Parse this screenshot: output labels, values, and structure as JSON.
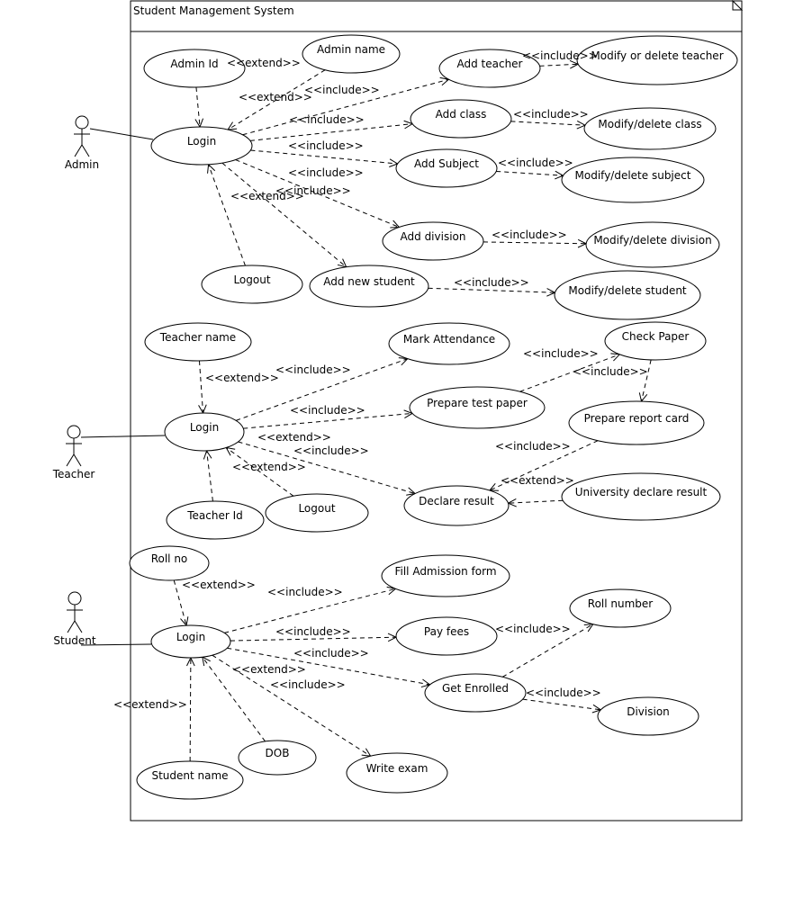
{
  "system": {
    "title": "Student Management System"
  },
  "actors": [
    {
      "id": "admin",
      "label": "Admin"
    },
    {
      "id": "teacher",
      "label": "Teacher"
    },
    {
      "id": "student",
      "label": "Student"
    }
  ],
  "use_cases": [
    {
      "id": "admin_id",
      "label": "Admin Id"
    },
    {
      "id": "admin_name",
      "label": "Admin name"
    },
    {
      "id": "login_a",
      "label": "Login"
    },
    {
      "id": "add_teacher",
      "label": "Add teacher"
    },
    {
      "id": "mod_teacher",
      "label": "Modify or delete teacher"
    },
    {
      "id": "add_class",
      "label": "Add class"
    },
    {
      "id": "mod_class",
      "label": "Modify/delete class"
    },
    {
      "id": "add_subject",
      "label": "Add Subject"
    },
    {
      "id": "mod_subject",
      "label": "Modify/delete subject"
    },
    {
      "id": "add_division",
      "label": "Add division"
    },
    {
      "id": "mod_division",
      "label": "Modify/delete division"
    },
    {
      "id": "logout_a",
      "label": "Logout"
    },
    {
      "id": "add_student",
      "label": "Add new student"
    },
    {
      "id": "mod_student",
      "label": "Modify/delete student"
    },
    {
      "id": "teacher_name",
      "label": "Teacher name"
    },
    {
      "id": "mark_att",
      "label": "Mark Attendance"
    },
    {
      "id": "check_paper",
      "label": "Check Paper"
    },
    {
      "id": "login_t",
      "label": "Login"
    },
    {
      "id": "prep_test",
      "label": "Prepare test paper"
    },
    {
      "id": "prep_report",
      "label": "Prepare report card"
    },
    {
      "id": "teacher_id",
      "label": "Teacher Id"
    },
    {
      "id": "logout_t",
      "label": "Logout"
    },
    {
      "id": "declare",
      "label": "Declare result"
    },
    {
      "id": "univ",
      "label": "University declare result"
    },
    {
      "id": "roll_no",
      "label": "Roll no"
    },
    {
      "id": "fill_adm",
      "label": "Fill Admission form"
    },
    {
      "id": "login_s",
      "label": "Login"
    },
    {
      "id": "pay_fees",
      "label": "Pay fees"
    },
    {
      "id": "roll_number",
      "label": "Roll number"
    },
    {
      "id": "enrolled",
      "label": "Get Enrolled"
    },
    {
      "id": "division",
      "label": "Division"
    },
    {
      "id": "dob",
      "label": "DOB"
    },
    {
      "id": "student_name",
      "label": "Student name"
    },
    {
      "id": "write_exam",
      "label": "Write exam"
    }
  ],
  "associations": [
    {
      "actor": "admin",
      "use_case": "login_a"
    },
    {
      "actor": "teacher",
      "use_case": "login_t"
    },
    {
      "actor": "student",
      "use_case": "login_s"
    }
  ],
  "relations": [
    {
      "from": "admin_id",
      "to": "login_a",
      "label": "<<extend>>"
    },
    {
      "from": "admin_name",
      "to": "login_a",
      "label": "<<extend>>"
    },
    {
      "from": "login_a",
      "to": "add_teacher",
      "label": "<<include>>"
    },
    {
      "from": "login_a",
      "to": "add_class",
      "label": "<<include>>"
    },
    {
      "from": "login_a",
      "to": "add_subject",
      "label": "<<include>>"
    },
    {
      "from": "login_a",
      "to": "add_division",
      "label": "<<include>>"
    },
    {
      "from": "login_a",
      "to": "add_student",
      "label": "<<include>>"
    },
    {
      "from": "logout_a",
      "to": "login_a",
      "label": "<<extend>>"
    },
    {
      "from": "add_teacher",
      "to": "mod_teacher",
      "label": "<<include>>"
    },
    {
      "from": "add_class",
      "to": "mod_class",
      "label": "<<include>>"
    },
    {
      "from": "add_subject",
      "to": "mod_subject",
      "label": "<<include>>"
    },
    {
      "from": "add_division",
      "to": "mod_division",
      "label": "<<include>>"
    },
    {
      "from": "add_student",
      "to": "mod_student",
      "label": "<<include>>"
    },
    {
      "from": "teacher_name",
      "to": "login_t",
      "label": "<<extend>>"
    },
    {
      "from": "login_t",
      "to": "mark_att",
      "label": "<<include>>"
    },
    {
      "from": "login_t",
      "to": "prep_test",
      "label": "<<include>>"
    },
    {
      "from": "login_t",
      "to": "declare",
      "label": "<<include>>"
    },
    {
      "from": "teacher_id",
      "to": "login_t",
      "label": "<<extend>>"
    },
    {
      "from": "logout_t",
      "to": "login_t",
      "label": "<<extend>>"
    },
    {
      "from": "prep_test",
      "to": "check_paper",
      "label": "<<include>>"
    },
    {
      "from": "check_paper",
      "to": "prep_report",
      "label": "<<include>>"
    },
    {
      "from": "prep_report",
      "to": "declare",
      "label": "<<include>>"
    },
    {
      "from": "univ",
      "to": "declare",
      "label": "<<extend>>"
    },
    {
      "from": "roll_no",
      "to": "login_s",
      "label": "<<extend>>"
    },
    {
      "from": "login_s",
      "to": "fill_adm",
      "label": "<<include>>"
    },
    {
      "from": "login_s",
      "to": "pay_fees",
      "label": "<<include>>"
    },
    {
      "from": "login_s",
      "to": "enrolled",
      "label": "<<include>>"
    },
    {
      "from": "login_s",
      "to": "write_exam",
      "label": "<<include>>"
    },
    {
      "from": "dob",
      "to": "login_s",
      "label": "<<extend>>"
    },
    {
      "from": "student_name",
      "to": "login_s",
      "label": "<<extend>>"
    },
    {
      "from": "enrolled",
      "to": "roll_number",
      "label": "<<include>>"
    },
    {
      "from": "enrolled",
      "to": "division",
      "label": "<<include>>"
    }
  ]
}
